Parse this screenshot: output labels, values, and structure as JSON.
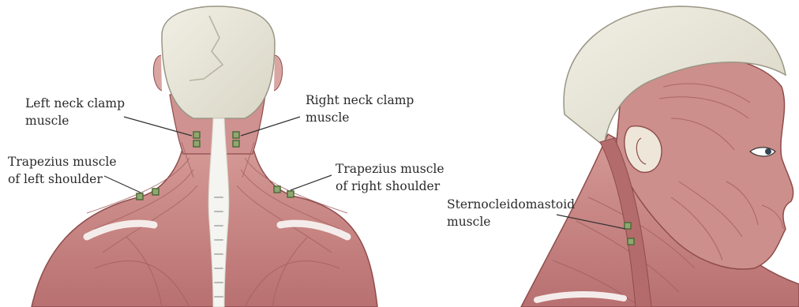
{
  "labels": {
    "left_neck_clamp": [
      "Left neck clamp",
      "muscle"
    ],
    "right_neck_clamp": [
      "Right neck clamp",
      "muscle"
    ],
    "trapezius_left": [
      "Trapezius muscle",
      "of left shoulder"
    ],
    "trapezius_right": [
      "Trapezius muscle",
      "of right shoulder"
    ],
    "sternocleidomastoid": [
      "Sternocleidomastoid",
      "muscle"
    ]
  },
  "colors": {
    "muscle": "#c98b8b",
    "muscle_dark": "#9e5555",
    "muscle_light": "#e2b2ab",
    "skull": "#ebe9dc",
    "skull_shade": "#cfccbc",
    "spine": "#f4f4f0",
    "marker_fill": "#8fa870",
    "marker_stroke": "#4f6a3a",
    "leader_line": "#333333"
  }
}
